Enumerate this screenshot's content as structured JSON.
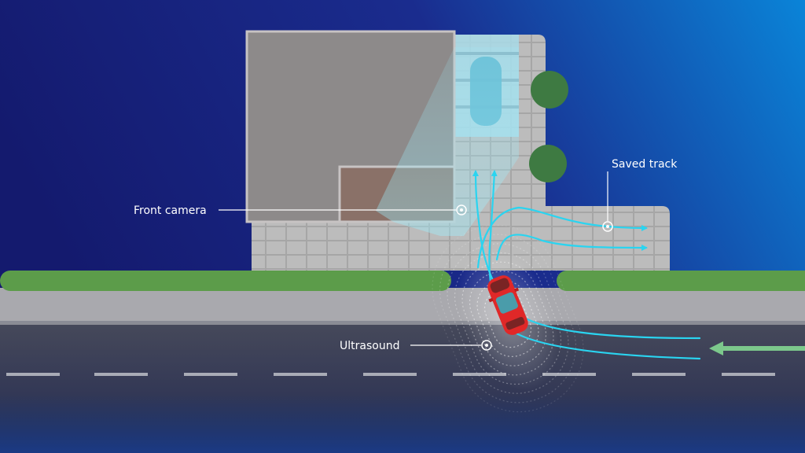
{
  "labels": {
    "front_camera": "Front camera",
    "saved_track": "Saved track",
    "ultrasound": "Ultrasound"
  },
  "colors": {
    "background_left": "#141a6e",
    "background_right": "#0a84d8",
    "track": "#2ad4f0",
    "grass": "#5c9c4a",
    "car_body": "#e02828",
    "incoming_arrow": "#7cc88c",
    "road": "#3c4050",
    "paving": "#bdbdbd"
  },
  "icons": {
    "label_marker": "ring-dot-marker",
    "incoming_direction": "arrow-left-icon"
  }
}
